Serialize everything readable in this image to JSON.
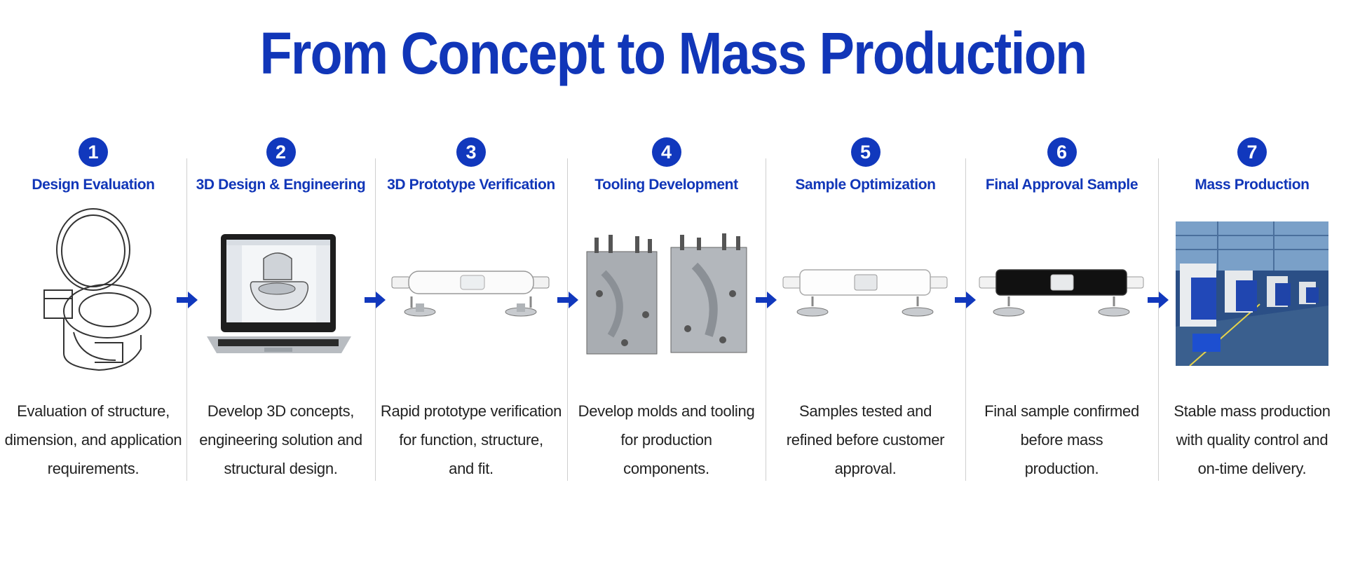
{
  "title": "From Concept to Mass Production",
  "accent_color": "#1136b8",
  "steps": [
    {
      "number": "1",
      "label": "Design Evaluation",
      "visual": "toilet-sketch-icon",
      "desc": [
        "Evaluation of structure,",
        "dimension, and application",
        "requirements."
      ]
    },
    {
      "number": "2",
      "label": "3D Design & Engineering",
      "visual": "laptop-cad-icon",
      "desc": [
        "Develop 3D concepts,",
        "engineering solution and",
        "structural design."
      ]
    },
    {
      "number": "3",
      "label": "3D Prototype Verification",
      "visual": "prototype-part-icon",
      "desc": [
        "Rapid prototype verification",
        "for function, structure,",
        "and fit."
      ]
    },
    {
      "number": "4",
      "label": "Tooling Development",
      "visual": "mold-tooling-icon",
      "desc": [
        "Develop molds and tooling",
        "for production",
        "components."
      ]
    },
    {
      "number": "5",
      "label": "Sample Optimization",
      "visual": "sample-part-icon",
      "desc": [
        "Samples tested and",
        "refined before customer",
        "approval."
      ]
    },
    {
      "number": "6",
      "label": "Final Approval Sample",
      "visual": "final-sample-part-icon",
      "desc": [
        "Final sample confirmed",
        "before mass",
        "production."
      ]
    },
    {
      "number": "7",
      "label": "Mass Production",
      "visual": "factory-floor-icon",
      "desc": [
        "Stable mass production",
        "with quality control and",
        "on-time delivery."
      ]
    }
  ]
}
